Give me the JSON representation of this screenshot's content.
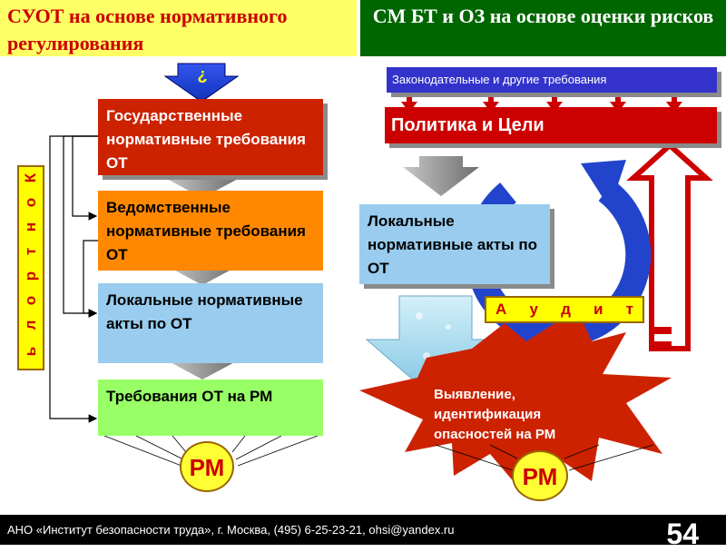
{
  "header": {
    "left_title": "СУОТ на основе нормативного регулирования",
    "right_title": "СМ БТ и ОЗ на основе оценки рисков"
  },
  "left": {
    "question_mark": "?",
    "control_letters": [
      "К",
      "о",
      "н",
      "т",
      "р",
      "о",
      "л",
      "ь"
    ],
    "boxes": [
      {
        "text": "Государственные нормативные требования ОТ"
      },
      {
        "text": "Ведомственные нормативные требования ОТ"
      },
      {
        "text": "Локальные нормативные акты по ОТ"
      },
      {
        "text": "Требования ОТ на РМ"
      }
    ],
    "rm_label": "РМ"
  },
  "right": {
    "requirements": "Законодательные и другие требования",
    "policy": "Политика и Цели",
    "local_acts": "Локальные нормативные акты по ОТ",
    "audit_letters": [
      "А",
      "у",
      "д",
      "и",
      "т"
    ],
    "hazard_text": "Выявление, идентификация опасностей на РМ",
    "rm_label": "РМ"
  },
  "footer": {
    "text": "АНО «Институт безопасности труда», г. Москва, (495) 6-25-23-21, ohsi@yandex.ru",
    "page_number": "54"
  },
  "colors": {
    "header_left_bg": "#ffff66",
    "header_right_bg": "#006600",
    "accent_red": "#cc0000",
    "box_state": "#cc2200",
    "box_agency": "#ff8800",
    "box_local": "#99ccee",
    "box_rm": "#99ff66",
    "requirements_bar": "#3333cc",
    "policy_bar": "#cc0000",
    "cycle_arrow": "#2244cc",
    "footer_bg": "#000000"
  }
}
